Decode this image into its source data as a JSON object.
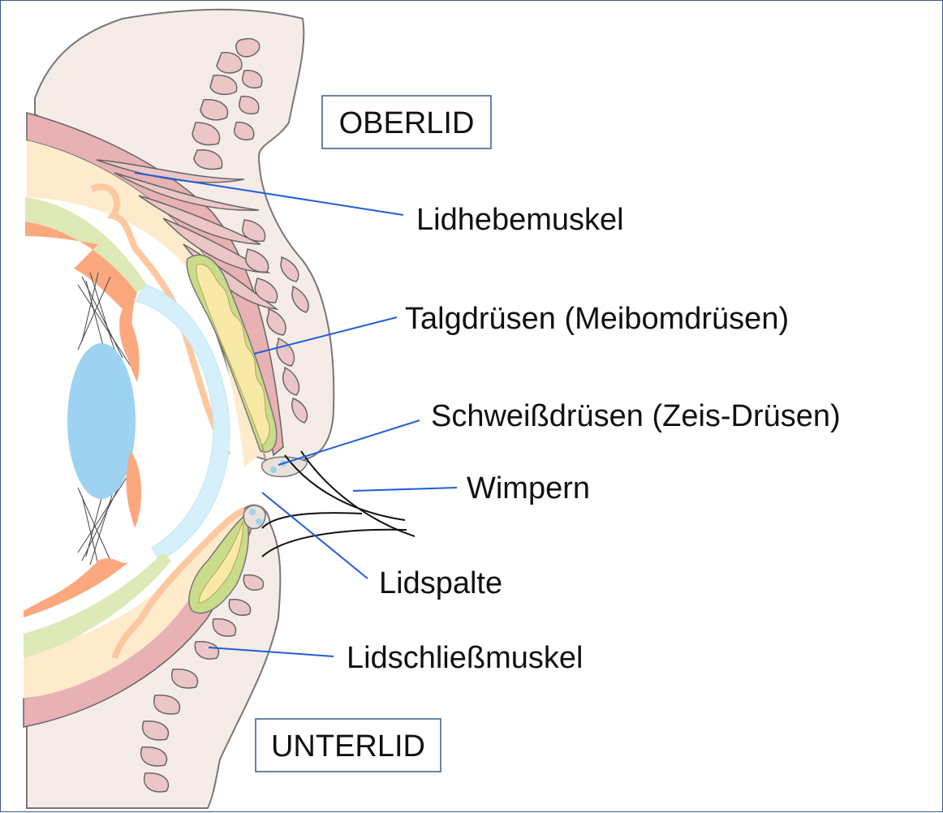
{
  "colors": {
    "skin": "#f5ebe7",
    "skin_outline": "#777777",
    "muscle": "#ecc5c6",
    "muscle_outline": "#666666",
    "tarsus": "#e8b1b3",
    "cream": "#fdebcc",
    "green": "#dde9b6",
    "orange": "#fca87e",
    "cornea": "#d5f0fb",
    "lens": "#9dd2f1",
    "gland_green": "#c9dc8a",
    "gland_yellow": "#f8eaa6",
    "leader_line": "#1f5fd6",
    "box_border": "#3a5a86"
  },
  "labels": {
    "oberlid": "OBERLID",
    "unterlid": "UNTERLID",
    "lidhebemuskel": "Lidhebemuskel",
    "talgdruesen": "Talgdrüsen (Meibomdrüsen)",
    "schweissdruesen": "Schweißdrüsen (Zeis-Drüsen)",
    "wimpern": "Wimpern",
    "lidspalte": "Lidspalte",
    "lidschliessmuskel": "Lidschließmuskel"
  }
}
